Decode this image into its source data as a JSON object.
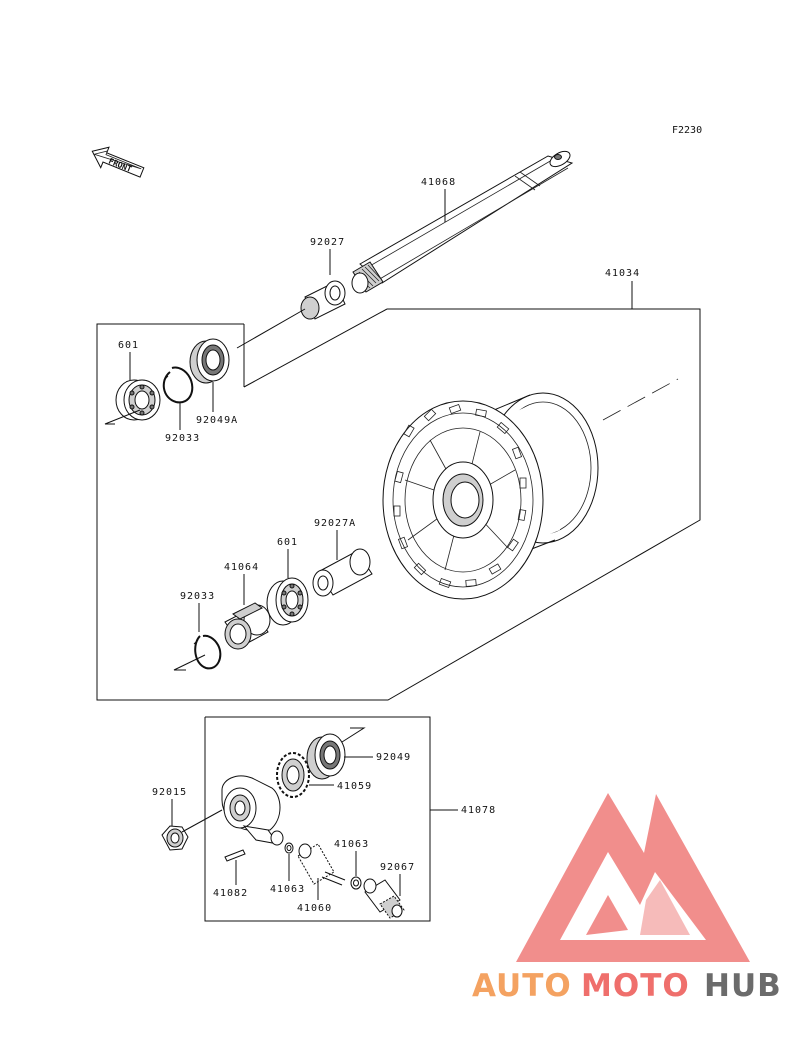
{
  "figure_code": "F2230",
  "front_arrow_label": "FRONT",
  "parts": {
    "axle": "41068",
    "collar_top": "92027",
    "hub_assembly": "41034",
    "bearing_left": "601",
    "oil_seal_top": "92049A",
    "circlip_top": "92033",
    "collar_inner": "92027A",
    "bearing_center": "601",
    "distance_collar": "41064",
    "circlip_bottom": "92033",
    "oil_seal_gear": "92049",
    "gear_drive": "41059",
    "gearbox_assembly": "41078",
    "axle_nut": "92015",
    "washer_a": "41063",
    "washer_b": "41063",
    "pin": "41082",
    "pinion": "41060",
    "bushing": "92067"
  },
  "watermark": {
    "brand_part1": "AUTO",
    "brand_part2": "MOTO",
    "brand_part3": "HUB",
    "color_primary": "#f4a261",
    "color_secondary": "#ef6f6c",
    "color_dark": "#6b6b6b"
  }
}
